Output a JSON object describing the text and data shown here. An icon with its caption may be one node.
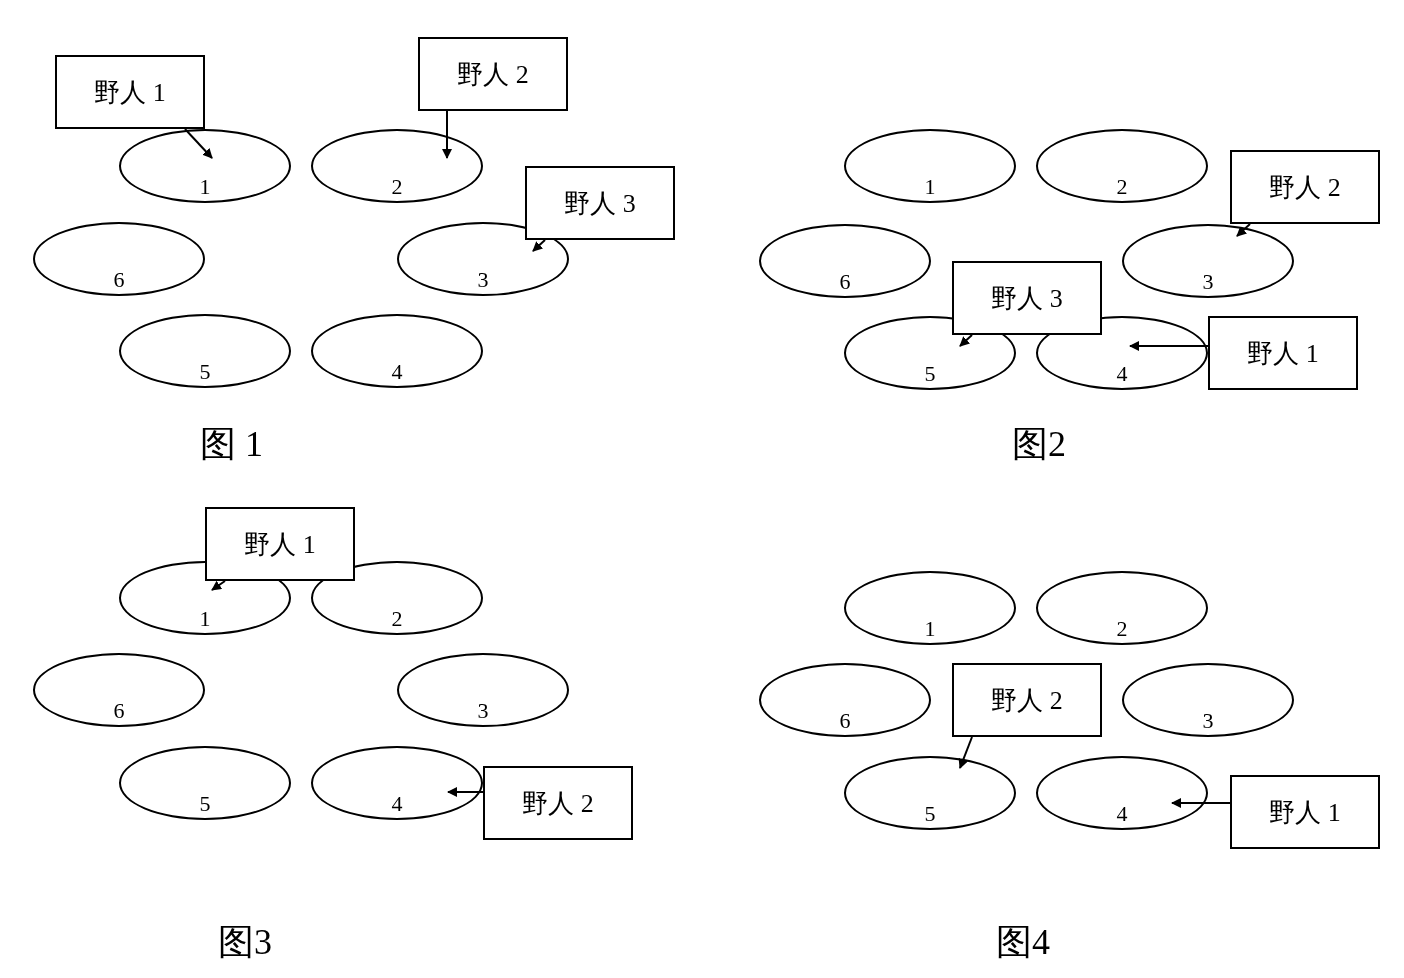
{
  "diagram": {
    "nodes": [
      {
        "text": [
          "1"
        ]
      },
      {
        "text": [
          "2"
        ]
      },
      {
        "text": [
          "6"
        ]
      },
      {
        "text": [
          "3"
        ]
      },
      {
        "text": [
          "5"
        ]
      },
      {
        "text": [
          "4"
        ]
      },
      {
        "text": [
          "野人 1"
        ]
      },
      {
        "text": [
          "野人 2"
        ]
      },
      {
        "text": [
          "野人 3"
        ]
      },
      {
        "text": [
          "1"
        ]
      },
      {
        "text": [
          "2"
        ]
      },
      {
        "text": [
          "6"
        ]
      },
      {
        "text": [
          "3"
        ]
      },
      {
        "text": [
          "5"
        ]
      },
      {
        "text": [
          "4"
        ]
      },
      {
        "text": [
          "野人 2"
        ]
      },
      {
        "text": [
          "野人 3"
        ]
      },
      {
        "text": [
          "野人 1"
        ]
      },
      {
        "text": [
          "1"
        ]
      },
      {
        "text": [
          "2"
        ]
      },
      {
        "text": [
          "6"
        ]
      },
      {
        "text": [
          "3"
        ]
      },
      {
        "text": [
          "5"
        ]
      },
      {
        "text": [
          "4"
        ]
      },
      {
        "text": [
          "野人 1"
        ]
      },
      {
        "text": [
          "野人 2"
        ]
      },
      {
        "text": [
          "1"
        ]
      },
      {
        "text": [
          "2"
        ]
      },
      {
        "text": [
          "6"
        ]
      },
      {
        "text": [
          "3"
        ]
      },
      {
        "text": [
          "5"
        ]
      },
      {
        "text": [
          "4"
        ]
      },
      {
        "text": [
          "野人 2"
        ]
      },
      {
        "text": [
          "野人 1"
        ]
      }
    ],
    "edges": [
      {
        "from": 6,
        "to": 0,
        "arrow": "to"
      },
      {
        "from": 7,
        "to": 1,
        "arrow": "to"
      },
      {
        "from": 8,
        "to": 3,
        "arrow": "to"
      },
      {
        "from": 15,
        "to": 12,
        "arrow": "to"
      },
      {
        "from": 16,
        "to": 13,
        "arrow": "to"
      },
      {
        "from": 17,
        "to": 14,
        "arrow": "to"
      },
      {
        "from": 24,
        "to": 18,
        "arrow": "to"
      },
      {
        "from": 25,
        "to": 23,
        "arrow": "to"
      },
      {
        "from": 32,
        "to": 30,
        "arrow": "to"
      },
      {
        "from": 33,
        "to": 31,
        "arrow": "to"
      }
    ],
    "labels": [
      "图 1",
      "图2",
      "图3",
      "图4"
    ]
  }
}
